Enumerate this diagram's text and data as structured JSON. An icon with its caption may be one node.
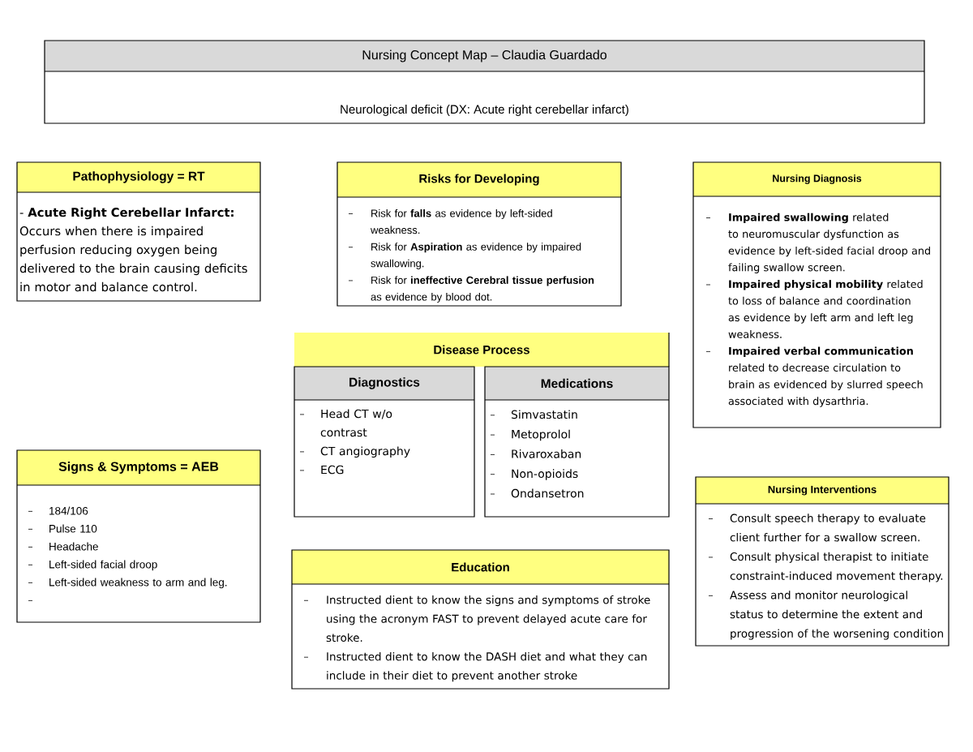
{
  "diagram": {
    "nodes": [
      {
        "text": [
          "Nursing Concept Map – Claudia Guardado",
          "Neurological deficit (DX: Acute right cerebellar infarct)"
        ]
      },
      {
        "text": [
          "Pathophysiology = RT",
          "- **Acute Right Cerebellar Infarct:**",
          "Occurs when there is impaired perfusion reducing oxygen being delivered to the brain causing deficits in motor and balance control."
        ]
      },
      {
        "text": [
          "Risks for Developing",
          "Risk for **falls** as evidence by left-sided weakness.",
          "Risk for **Aspiration** as evidence by impaired swallowing.",
          "Risk for **ineffective Cerebral tissue perfusion** as evidence by blood dot."
        ]
      },
      {
        "text": [
          "Nursing Diagnosis",
          "**Impaired swallowing** related to neuromuscular dysfunction as evidence by left-sided facial droop and failing swallow screen.",
          "**Impaired physical mobility** related to loss of balance and coordination as evidence by left arm and left leg weakness.",
          "**Impaired verbal communication** related to decrease circulation to brain as evidenced by slurred speech associated with dysarthria."
        ]
      },
      {
        "text": [
          "Disease Process"
        ]
      },
      {
        "text": [
          "Diagnostics",
          "Head CT w/o contrast",
          "CT angiography",
          "ECG"
        ]
      },
      {
        "text": [
          "Medications",
          "Simvastatin",
          "Metoprolol",
          "Rivaroxaban",
          "Non-opioids",
          "Ondansetron"
        ]
      },
      {
        "text": [
          "Signs & Symptoms = AEB",
          "184/106",
          "Pulse 110",
          "Headache",
          "Left-sided facial droop",
          "Left-sided weakness to arm and leg."
        ]
      },
      {
        "text": [
          "Nursing Interventions",
          "Consult speech therapy to evaluate client further for a swallow screen.",
          "Consult physical therapist to initiate constraint-induced movement therapy.",
          "Assess and monitor neurological status to determine the extent and progression of the worsening condition"
        ]
      },
      {
        "text": [
          "Education",
          "Instructed dient to know the signs and symptoms of stroke using the acronym FAST to prevent delayed acute care for stroke.",
          "Instructed dient to know the DASH diet and what they can include in their diet to prevent another stroke"
        ]
      }
    ]
  }
}
